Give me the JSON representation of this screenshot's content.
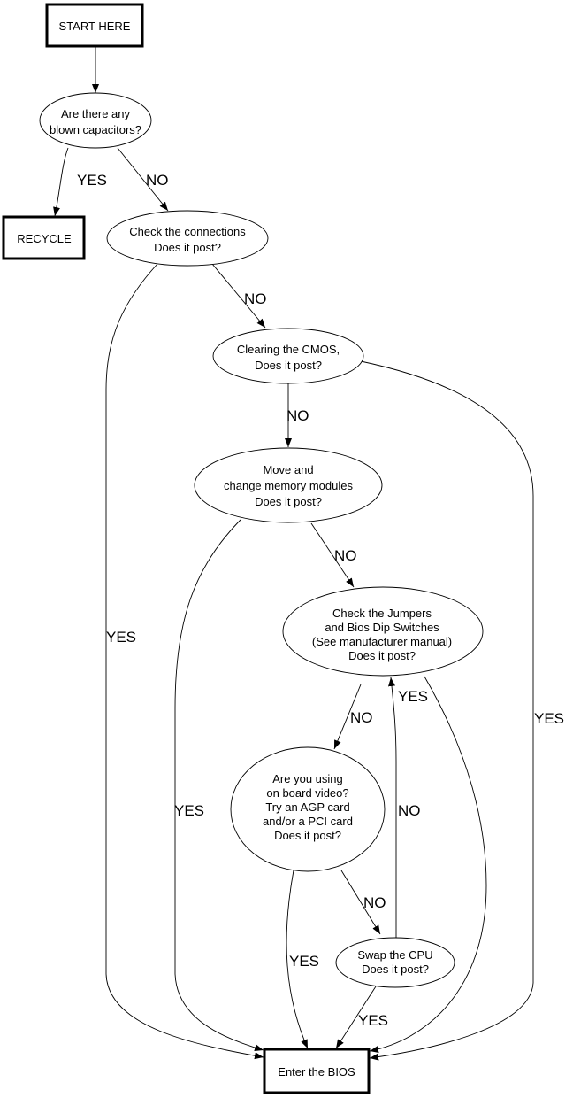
{
  "nodes": {
    "start": {
      "shape": "box",
      "lines": [
        "START HERE"
      ]
    },
    "capacitors": {
      "shape": "ellipse",
      "lines": [
        "Are there any",
        "blown capacitors?"
      ]
    },
    "recycle": {
      "shape": "box",
      "lines": [
        "RECYCLE"
      ]
    },
    "connections": {
      "shape": "ellipse",
      "lines": [
        "Check the connections",
        "Does it post?"
      ]
    },
    "cmos": {
      "shape": "ellipse",
      "lines": [
        "Clearing the CMOS,",
        "Does it post?"
      ]
    },
    "memory": {
      "shape": "ellipse",
      "lines": [
        "Move and",
        "change memory modules",
        "Does it post?"
      ]
    },
    "jumpers": {
      "shape": "ellipse",
      "lines": [
        "Check the Jumpers",
        "and Bios Dip Switches",
        "(See manufacturer manual)",
        "Does it post?"
      ]
    },
    "video": {
      "shape": "ellipse",
      "lines": [
        "Are you using",
        "on board video?",
        "Try an AGP card",
        "and/or a PCI card",
        "Does it post?"
      ]
    },
    "cpu": {
      "shape": "ellipse",
      "lines": [
        "Swap the CPU",
        "Does it post?"
      ]
    },
    "bios": {
      "shape": "box",
      "lines": [
        "Enter the BIOS"
      ]
    }
  },
  "edges": [
    {
      "from": "start",
      "to": "capacitors",
      "label": ""
    },
    {
      "from": "capacitors",
      "to": "recycle",
      "label": "YES"
    },
    {
      "from": "capacitors",
      "to": "connections",
      "label": "NO"
    },
    {
      "from": "connections",
      "to": "cmos",
      "label": "NO"
    },
    {
      "from": "connections",
      "to": "bios",
      "label": "YES"
    },
    {
      "from": "cmos",
      "to": "memory",
      "label": "NO"
    },
    {
      "from": "cmos",
      "to": "bios",
      "label": "YES"
    },
    {
      "from": "memory",
      "to": "jumpers",
      "label": "NO"
    },
    {
      "from": "memory",
      "to": "bios",
      "label": "YES"
    },
    {
      "from": "jumpers",
      "to": "video",
      "label": "NO"
    },
    {
      "from": "jumpers",
      "to": "bios",
      "label": "YES"
    },
    {
      "from": "video",
      "to": "cpu",
      "label": "NO"
    },
    {
      "from": "video",
      "to": "bios",
      "label": "YES"
    },
    {
      "from": "cpu",
      "to": "jumpers",
      "label": "NO"
    },
    {
      "from": "cpu",
      "to": "bios",
      "label": "YES"
    }
  ]
}
